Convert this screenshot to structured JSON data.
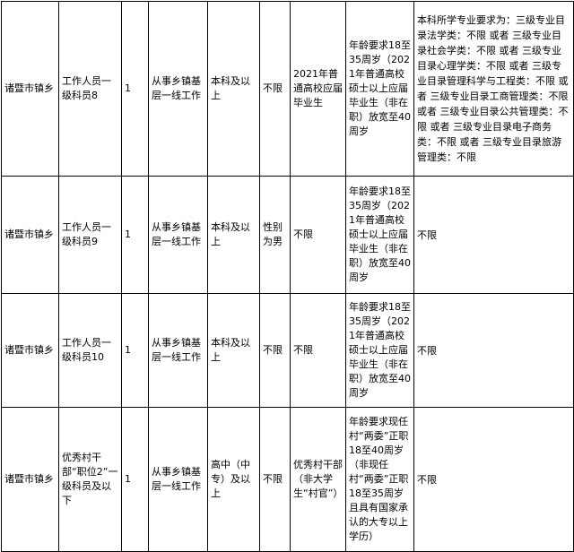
{
  "rows": [
    {
      "region": "诸暨市镇乡",
      "position": "工作人员一级科员8",
      "count": "1",
      "scope": "从事乡镇基层一线工作",
      "education": "本科及以上",
      "gender": "不限",
      "target": "2021年普通高校应届毕业生",
      "age": "年龄要求18至35周岁（2021年普通高校硕士以上应届毕业生（非在职）放宽至40周岁",
      "major": "本科所学专业要求为：三级专业目录法学类：不限 或者 三级专业目录社会学类：不限 或者 三级专业目录心理学类：不限 或者 三级专业目录管理科学与工程类：不限 或者 三级专业目录工商管理类：不限 或者 三级专业目录公共管理类：不限 或者 三级专业目录电子商务类：不限 或者 三级专业目录旅游管理类：不限"
    },
    {
      "region": "诸暨市镇乡",
      "position": "工作人员一级科员9",
      "count": "1",
      "scope": "从事乡镇基层一线工作",
      "education": "本科及以上",
      "gender": "性别为男",
      "target": "不限",
      "age": "年龄要求18至35周岁（2021年普通高校硕士以上应届毕业生（非在职）放宽至40周岁",
      "major": "不限"
    },
    {
      "region": "诸暨市镇乡",
      "position": "工作人员一级科员10",
      "count": "1",
      "scope": "从事乡镇基层一线工作",
      "education": "本科及以上",
      "gender": "不限",
      "target": "不限",
      "age": "年龄要求18至35周岁（2021年普通高校硕士以上应届毕业生（非在职）放宽至40周岁",
      "major": "不限"
    },
    {
      "region": "诸暨市镇乡",
      "position": "优秀村干部“职位2”一级科员及以下",
      "count": "1",
      "scope": "从事乡镇基层一线工作",
      "education": "高中（中专）及以上",
      "gender": "不限",
      "target": "优秀村干部（非大学生“村官”）",
      "age": "年龄要求现任村“两委”正职18至40周岁（非现任村“两委”正职18至35周岁且具有国家承认的大专以上学历）",
      "major": "不限"
    }
  ]
}
